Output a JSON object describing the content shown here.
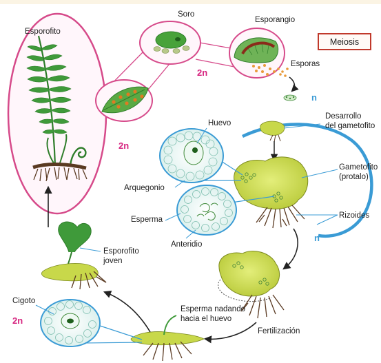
{
  "labels": {
    "esporofito": "Esporofito",
    "soro": "Soro",
    "esporangio": "Esporangio",
    "esporas": "Esporas",
    "meiosis": "Meiosis",
    "desarrollo_line1": "Desarrollo",
    "desarrollo_line2": "del gametofito",
    "gametofito_line1": "Gametofito",
    "gametofito_line2": "(protalo)",
    "huevo": "Huevo",
    "arquegonio": "Arquegonio",
    "esperma": "Esperma",
    "anteridio": "Anteridio",
    "rizoides": "Rizoides",
    "esporofito_joven_line1": "Esporofito",
    "esporofito_joven_line2": "joven",
    "cigoto": "Cigoto",
    "esperma_nadando_line1": "Esperma nadando",
    "esperma_nadando_line2": "hacia el huevo",
    "fertilizacion": "Fertilización"
  },
  "ploidy": {
    "diploid_top": "2n",
    "diploid_left": "2n",
    "diploid_bottom": "2n",
    "haploid_top": "n",
    "haploid_right": "n"
  },
  "colors": {
    "diploid": "#d6247f",
    "haploid": "#3a9bd5",
    "sporophyte_outline": "#d64a8a",
    "plant_green": "#3f9a3a",
    "gametophyte_yellow": "#c8d84a",
    "root_brown": "#5a3a22",
    "meiosis_border": "#c0392b"
  }
}
